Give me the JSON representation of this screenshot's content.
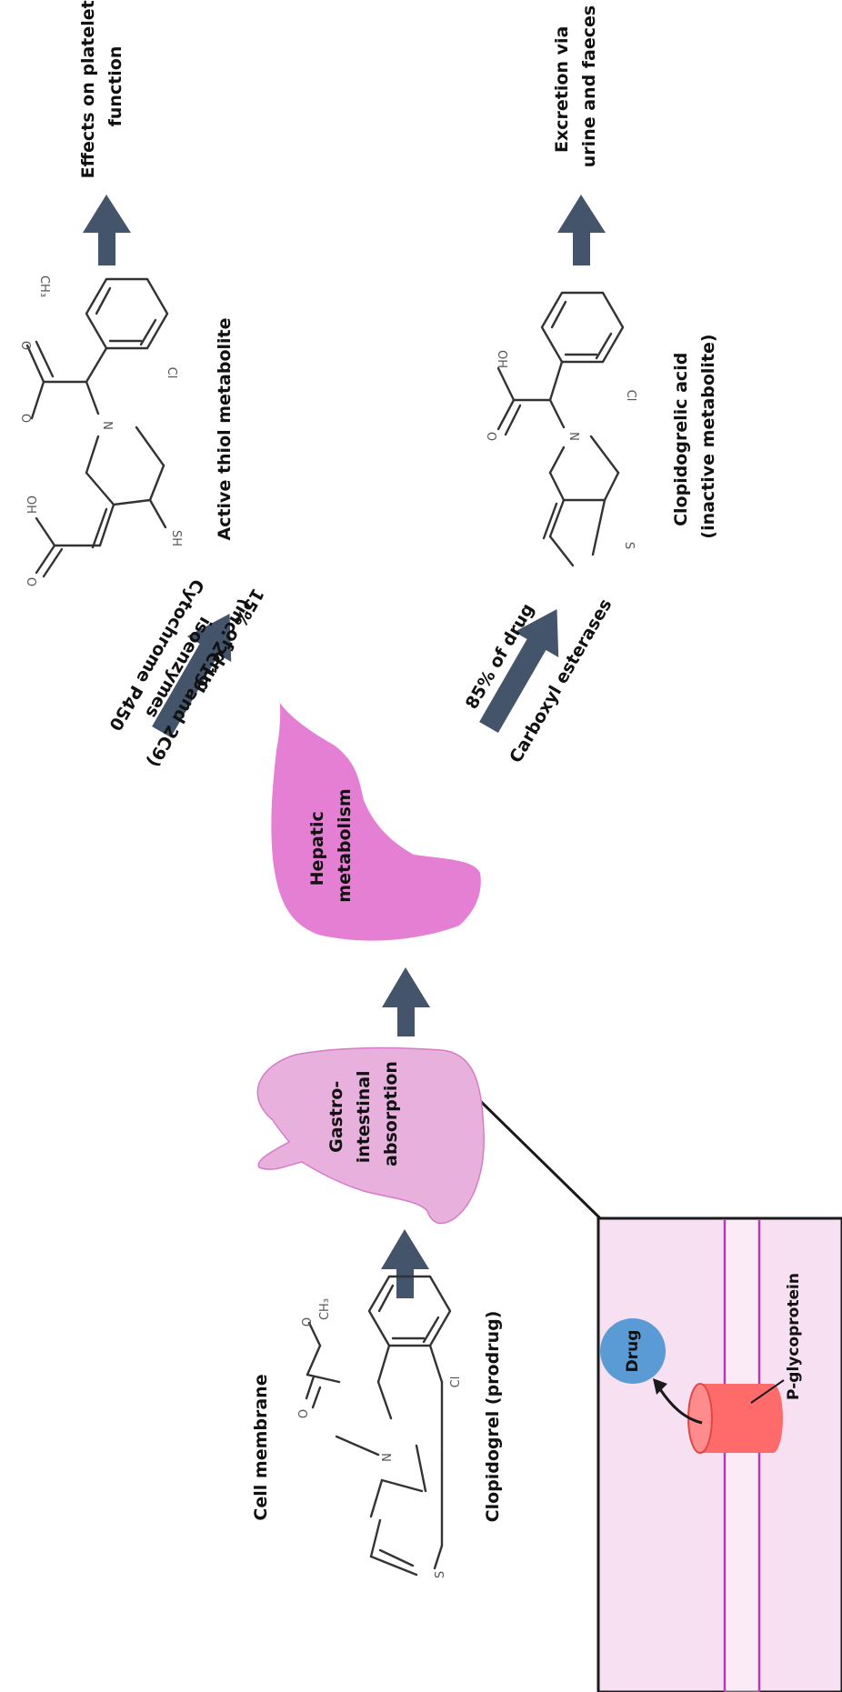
{
  "labels": {
    "effects": [
      "Effects on platelet",
      "function"
    ],
    "excretion": [
      "Excretion via",
      "urine and faeces"
    ],
    "active_metabolite": "Active thiol metabolite",
    "inactive_metabolite": [
      "Clopidogrelic acid",
      "(inactive metabolite)"
    ],
    "cyp": [
      "Cytochrome P450",
      "isoenzymes",
      "(inc. 2C19 and 2C9)"
    ],
    "cyp_percent": "15% of drug",
    "esterase_percent": "85% of drug",
    "esterase": "Carboxyl esterases",
    "hepatic": [
      "Hepatic",
      "metabolism"
    ],
    "gi": [
      "Gastro-",
      "intestinal",
      "absorption"
    ],
    "cell_membrane": "Cell membrane",
    "prodrug": "Clopidogrel (prodrug)",
    "drug": "Drug",
    "pgp": "P-glycoprotein"
  },
  "atoms": {
    "oh": "OH",
    "o": "O",
    "n": "N",
    "s": "S",
    "cl": "Cl",
    "ch3": "CH₃",
    "sh": "SH"
  },
  "colors": {
    "arrow": "#44546a",
    "hepatic_fill": "#e57fd3",
    "gi_fill": "#e8b1dd",
    "gi_stroke": "#d77bc6",
    "cell_fill": "#f7e0f1",
    "membrane_line": "#b43fb0",
    "drug_fill": "#5b9bd5",
    "pgp_fill": "#ff6b6b"
  }
}
